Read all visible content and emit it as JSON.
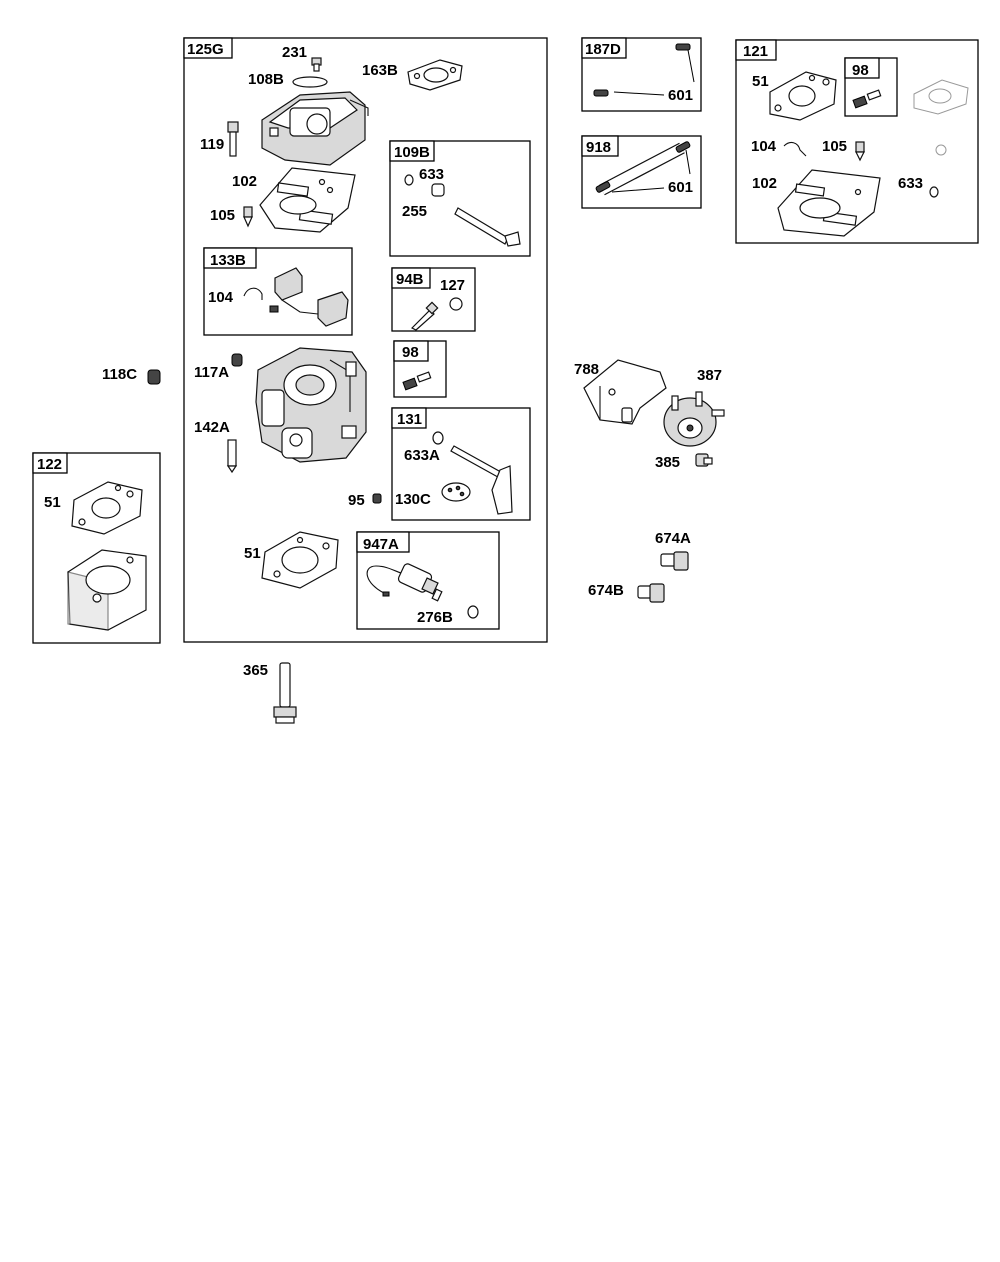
{
  "groups": {
    "g125G": "125G",
    "g109B": "109B",
    "g133B": "133B",
    "g94B": "94B",
    "g98a": "98",
    "g131": "131",
    "g947A": "947A",
    "g122": "122",
    "g187D": "187D",
    "g918": "918",
    "g121": "121",
    "g98b": "98"
  },
  "labels": {
    "p231": "231",
    "p108B": "108B",
    "p163B": "163B",
    "p119": "119",
    "p102a": "102",
    "p105a": "105",
    "p633a": "633",
    "p255": "255",
    "p104a": "104",
    "p127": "127",
    "p118C": "118C",
    "p117A": "117A",
    "p142A": "142A",
    "p633A": "633A",
    "p95": "95",
    "p130C": "130C",
    "p51a": "51",
    "p276B": "276B",
    "p51b": "51",
    "p365": "365",
    "p601a": "601",
    "p601b": "601",
    "p51c": "51",
    "p104b": "104",
    "p105b": "105",
    "p102b": "102",
    "p633b": "633",
    "p788": "788",
    "p387": "387",
    "p385": "385",
    "p674A": "674A",
    "p674B": "674B"
  },
  "colors": {
    "ink": "#000000",
    "part_fill": "#ffffff",
    "shade": "#d9d9d9"
  },
  "icons": {
    "fastener": "bolt-icon",
    "gasket": "gasket-icon"
  }
}
